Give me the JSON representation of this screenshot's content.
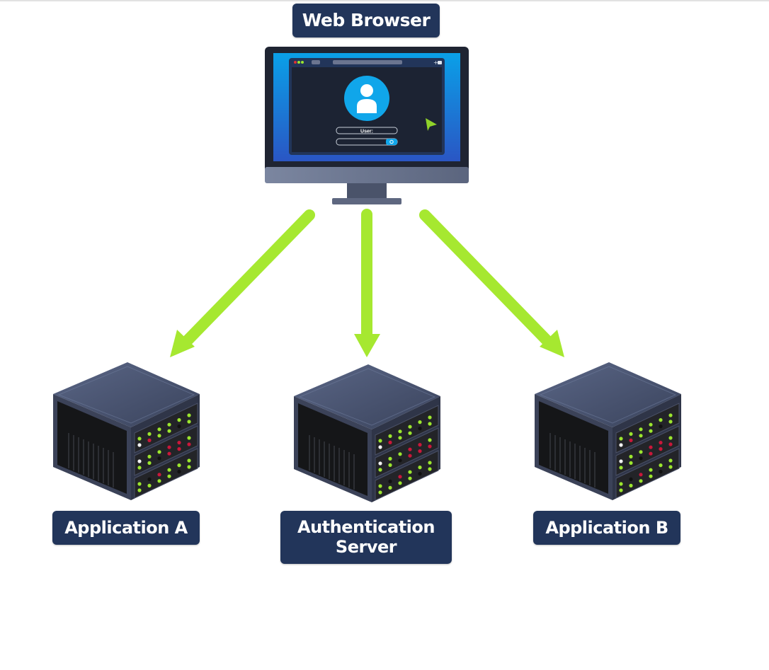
{
  "diagram": {
    "title_node": {
      "label": "Web Browser"
    },
    "browser_mockup": {
      "user_field_label": "User:",
      "icons": [
        "window-dots-icon",
        "nav-arrows-icon",
        "search-icon",
        "refresh-icon",
        "plus-icon",
        "tabs-icon",
        "user-avatar-icon",
        "cursor-icon"
      ]
    },
    "nodes": [
      {
        "id": "app-a",
        "label": "Application A"
      },
      {
        "id": "auth",
        "label_line1": "Authentication",
        "label_line2": "Server"
      },
      {
        "id": "app-b",
        "label": "Application B"
      }
    ],
    "edges": [
      {
        "from": "Web Browser",
        "to": "Application A"
      },
      {
        "from": "Web Browser",
        "to": "Authentication Server"
      },
      {
        "from": "Web Browser",
        "to": "Application B"
      }
    ],
    "colors": {
      "label_bg": "#22355a",
      "arrow": "#a6e830",
      "screen_blue": "#1a8fe0",
      "led_green": "#9be52e",
      "led_red": "#c8173a"
    }
  }
}
